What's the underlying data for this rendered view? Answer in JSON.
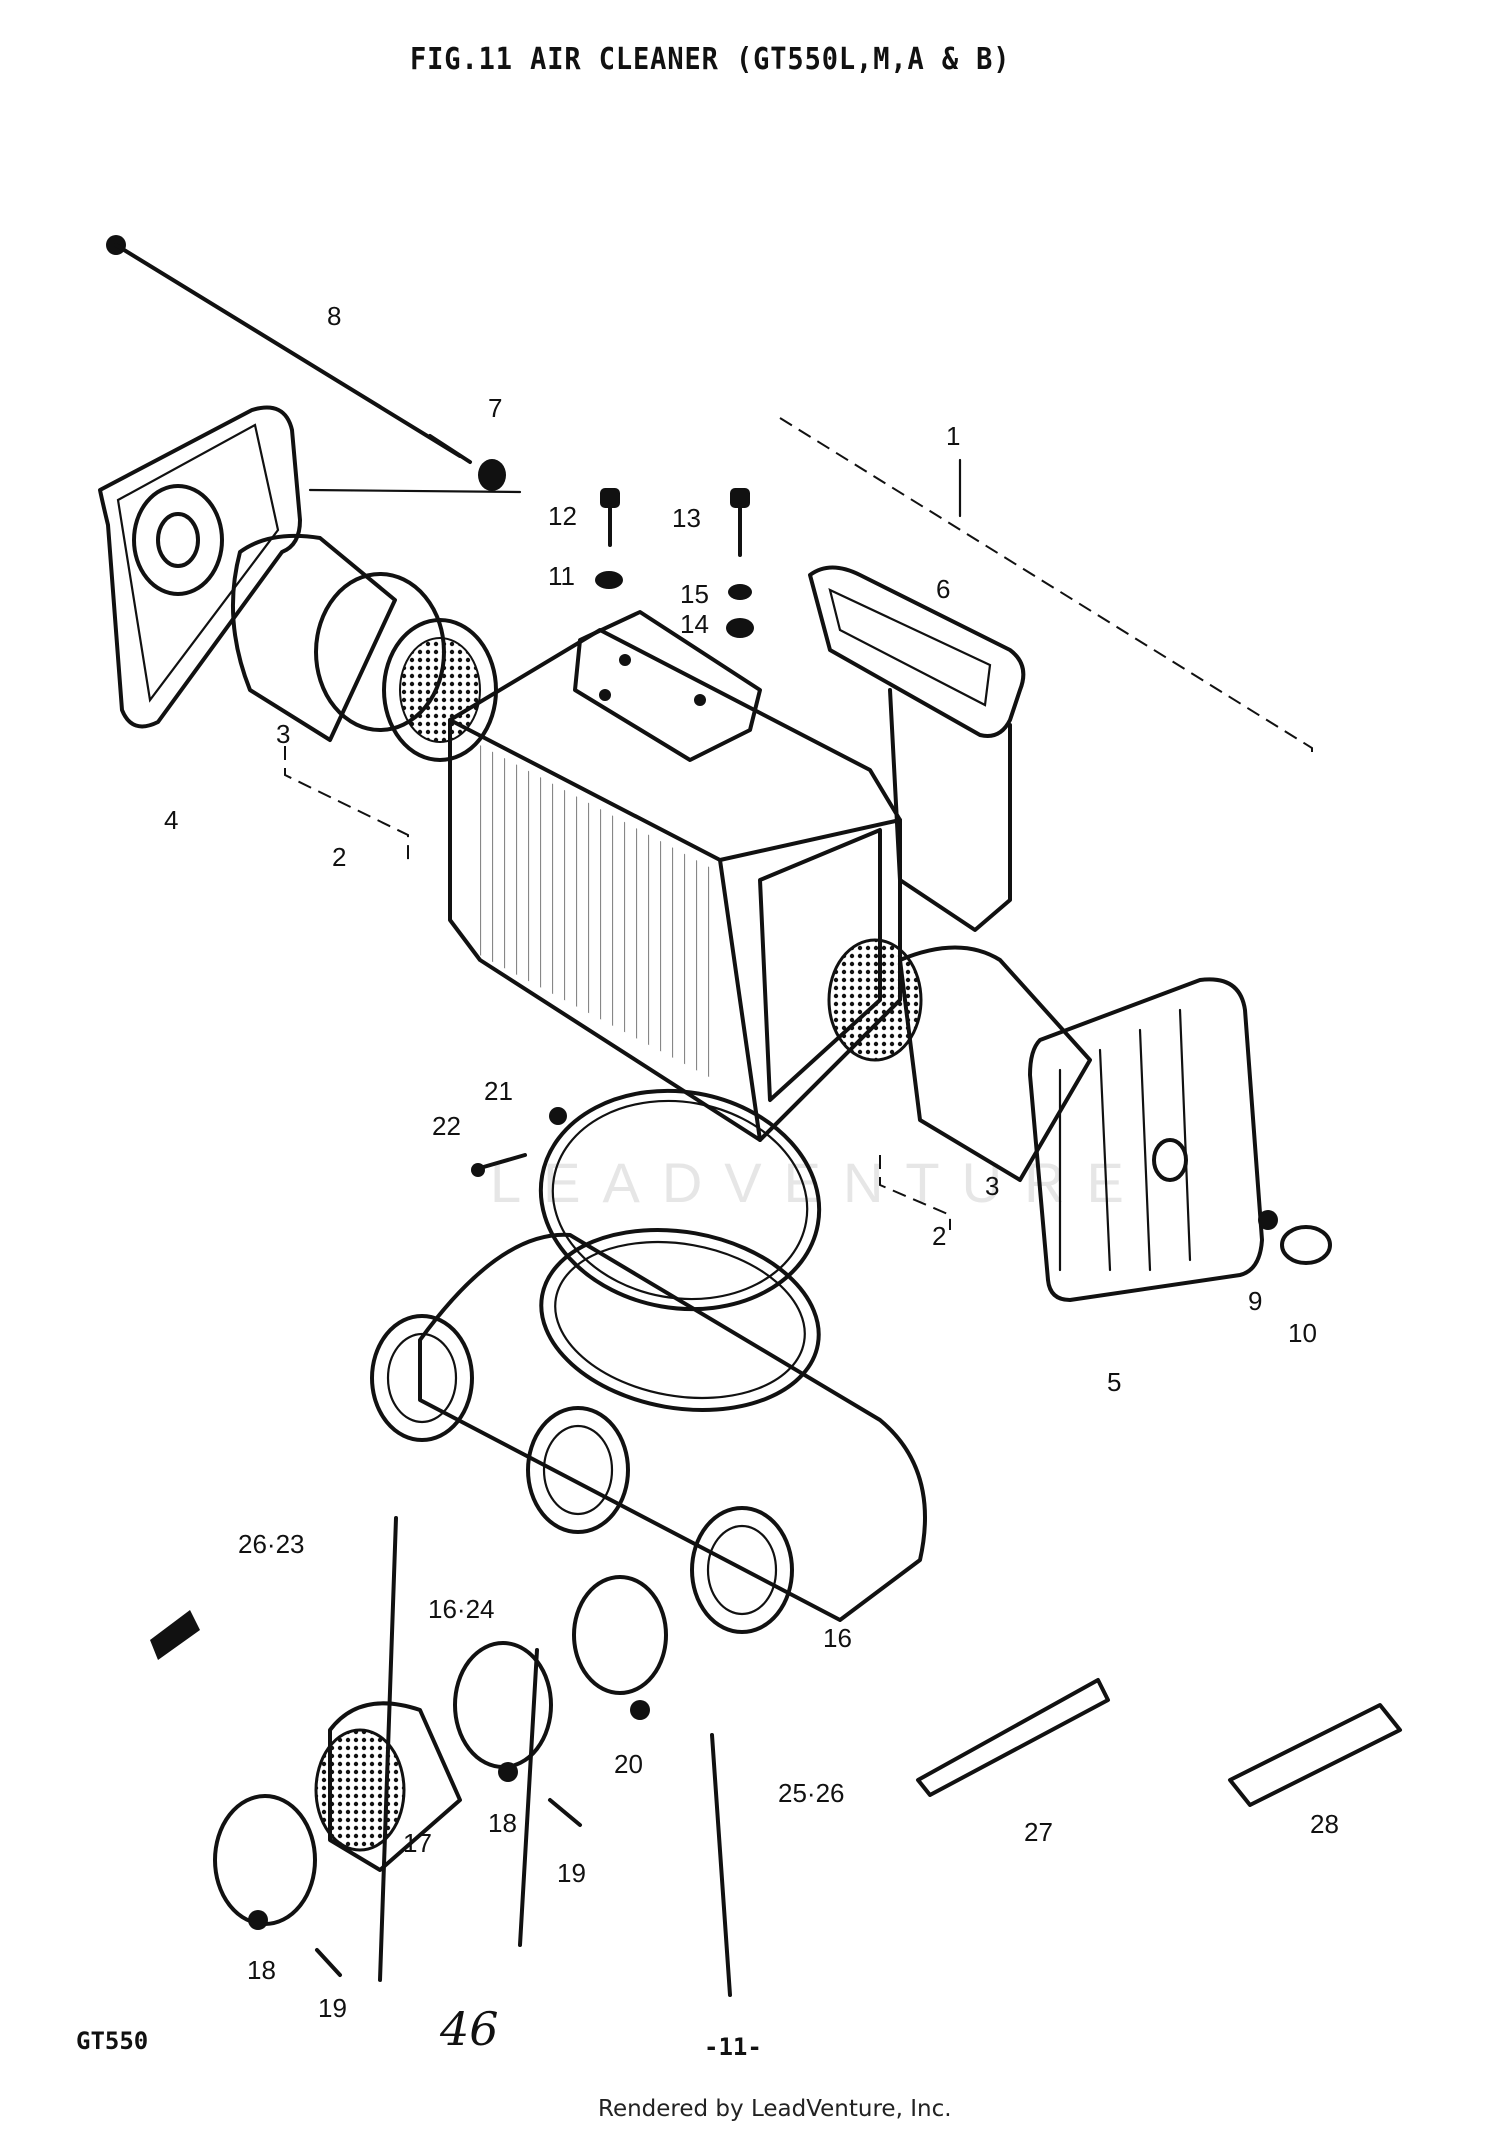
{
  "title": "FIG.11  AIR CLEANER (GT550L,M,A & B)",
  "watermark": "LEADVENTURE",
  "callouts": {
    "c1": "1",
    "c2a": "2",
    "c2b": "2",
    "c3a": "3",
    "c3b": "3",
    "c4": "4",
    "c5": "5",
    "c6a": "6",
    "c6b": "16",
    "c7": "7",
    "c8": "8",
    "c9": "9",
    "c10": "10",
    "c11": "11",
    "c12": "12",
    "c13": "13",
    "c14": "14",
    "c15": "15",
    "c17": "17",
    "c18a": "18",
    "c18b": "18",
    "c19a": "19",
    "c19b": "19",
    "c20": "20",
    "c21": "21",
    "c22": "22",
    "c2623": "26·23",
    "c1624": "16·24",
    "c2526": "25·26",
    "c27": "27",
    "c28": "28"
  },
  "footer": {
    "model": "GT550",
    "handwritten": "46",
    "page": "-11-",
    "credit": "Rendered by LeadVenture, Inc."
  }
}
